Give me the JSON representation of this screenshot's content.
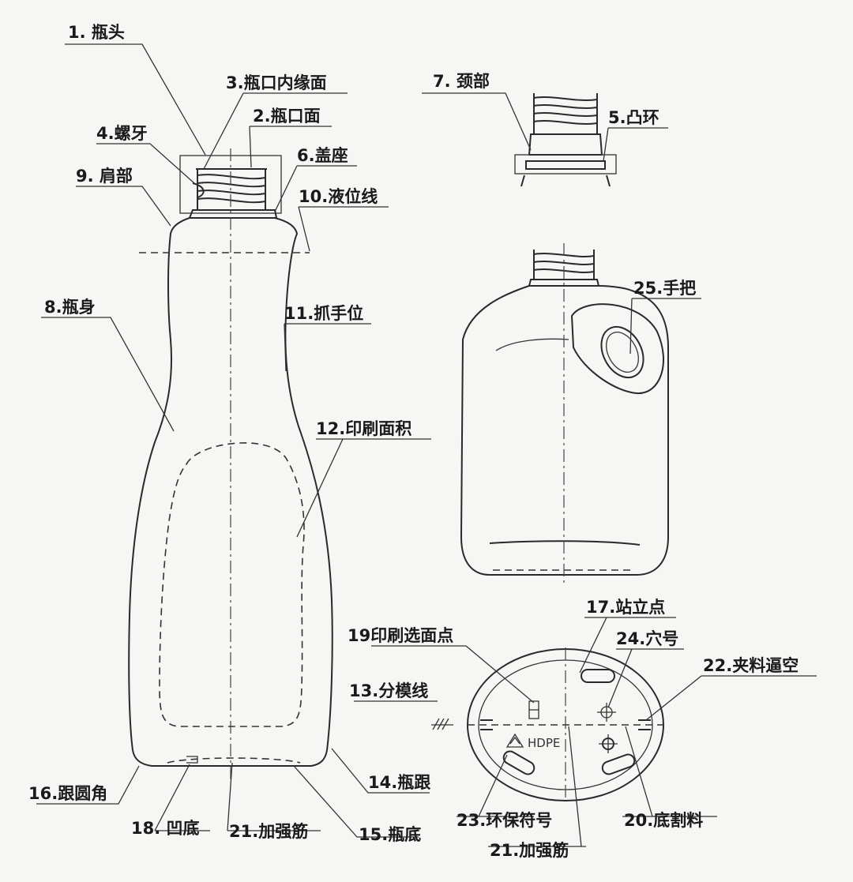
{
  "labels": {
    "l1": "1. 瓶头",
    "l2": "2.瓶口面",
    "l3": "3.瓶口内缘面",
    "l4": "4.螺牙",
    "l5": "5.凸环",
    "l6": "6.盖座",
    "l7": "7. 颈部",
    "l8": "8.瓶身",
    "l9": "9. 肩部",
    "l10": "10.液位线",
    "l11": "11.抓手位",
    "l12": "12.印刷面积",
    "l13": "13.分模线",
    "l14": "14.瓶跟",
    "l15": "15.瓶底",
    "l16": "16.跟圆角",
    "l17": "17.站立点",
    "l18": "18. 凹底",
    "l19": "19印刷选面点",
    "l20": "20.底割料",
    "l21a": "21.加强筋",
    "l21b": "21.加强筋",
    "l22": "22.夹料逼空",
    "l23": "23.环保符号",
    "l24": "24.穴号",
    "l25": "25.手把"
  },
  "recycle_mark": "HDPE"
}
